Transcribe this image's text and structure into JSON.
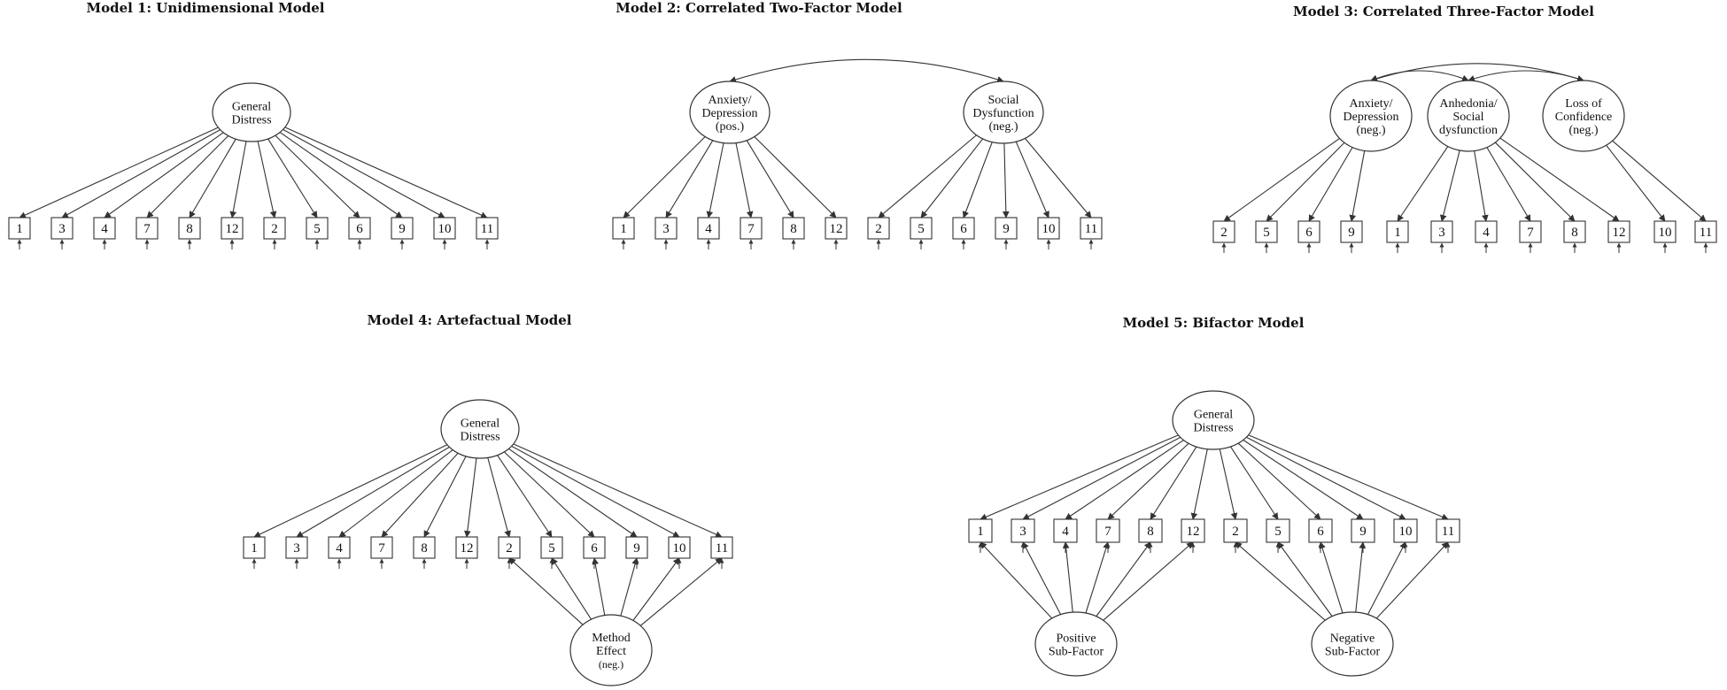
{
  "models": [
    {
      "id": "m1",
      "title": "Model 1: Unidimensional Model",
      "factors": [
        {
          "id": "gd",
          "lines": [
            "General",
            "Distress"
          ]
        }
      ],
      "items": [
        "1",
        "3",
        "4",
        "7",
        "8",
        "12",
        "2",
        "5",
        "6",
        "9",
        "10",
        "11"
      ],
      "paths": [
        {
          "factor": "gd",
          "items": [
            0,
            1,
            2,
            3,
            4,
            5,
            6,
            7,
            8,
            9,
            10,
            11
          ],
          "dir": "down"
        }
      ],
      "correlations": []
    },
    {
      "id": "m2",
      "title": "Model 2: Correlated Two-Factor Model",
      "factors": [
        {
          "id": "ad",
          "lines": [
            "Anxiety/",
            "Depression",
            "(pos.)"
          ]
        },
        {
          "id": "sd",
          "lines": [
            "Social",
            "Dysfunction",
            "(neg.)"
          ]
        }
      ],
      "items": [
        "1",
        "3",
        "4",
        "7",
        "8",
        "12",
        "2",
        "5",
        "6",
        "9",
        "10",
        "11"
      ],
      "paths": [
        {
          "factor": "ad",
          "items": [
            0,
            1,
            2,
            3,
            4,
            5
          ],
          "dir": "down"
        },
        {
          "factor": "sd",
          "items": [
            6,
            7,
            8,
            9,
            10,
            11
          ],
          "dir": "down"
        }
      ],
      "correlations": [
        [
          "ad",
          "sd"
        ]
      ]
    },
    {
      "id": "m3",
      "title": "Model 3: Correlated Three-Factor Model",
      "factors": [
        {
          "id": "ad",
          "lines": [
            "Anxiety/",
            "Depression",
            "(neg.)"
          ]
        },
        {
          "id": "as",
          "lines": [
            "Anhedonia/",
            "Social",
            "dysfunction"
          ]
        },
        {
          "id": "lc",
          "lines": [
            "Loss of",
            "Confidence",
            "(neg.)"
          ]
        }
      ],
      "items": [
        "2",
        "5",
        "6",
        "9",
        "1",
        "3",
        "4",
        "7",
        "8",
        "12",
        "10",
        "11"
      ],
      "paths": [
        {
          "factor": "ad",
          "items": [
            0,
            1,
            2,
            3
          ],
          "dir": "down"
        },
        {
          "factor": "as",
          "items": [
            4,
            5,
            6,
            7,
            8,
            9
          ],
          "dir": "down"
        },
        {
          "factor": "lc",
          "items": [
            10,
            11
          ],
          "dir": "down"
        }
      ],
      "correlations": [
        [
          "ad",
          "as"
        ],
        [
          "as",
          "lc"
        ],
        [
          "ad",
          "lc"
        ]
      ]
    },
    {
      "id": "m4",
      "title": "Model 4: Artefactual Model",
      "factors": [
        {
          "id": "gd",
          "lines": [
            "General",
            "Distress"
          ]
        },
        {
          "id": "me",
          "lines": [
            "Method",
            "Effect"
          ],
          "small": "(neg.)"
        }
      ],
      "items": [
        "1",
        "3",
        "4",
        "7",
        "8",
        "12",
        "2",
        "5",
        "6",
        "9",
        "10",
        "11"
      ],
      "paths": [
        {
          "factor": "gd",
          "items": [
            0,
            1,
            2,
            3,
            4,
            5,
            6,
            7,
            8,
            9,
            10,
            11
          ],
          "dir": "down"
        },
        {
          "factor": "me",
          "items": [
            6,
            7,
            8,
            9,
            10,
            11
          ],
          "dir": "up"
        }
      ],
      "correlations": []
    },
    {
      "id": "m5",
      "title": "Model 5: Bifactor Model",
      "factors": [
        {
          "id": "gd",
          "lines": [
            "General",
            "Distress"
          ]
        },
        {
          "id": "ps",
          "lines": [
            "Positive",
            "Sub-Factor"
          ]
        },
        {
          "id": "ns",
          "lines": [
            "Negative",
            "Sub-Factor"
          ]
        }
      ],
      "items": [
        "1",
        "3",
        "4",
        "7",
        "8",
        "12",
        "2",
        "5",
        "6",
        "9",
        "10",
        "11"
      ],
      "paths": [
        {
          "factor": "gd",
          "items": [
            0,
            1,
            2,
            3,
            4,
            5,
            6,
            7,
            8,
            9,
            10,
            11
          ],
          "dir": "down"
        },
        {
          "factor": "ps",
          "items": [
            0,
            1,
            2,
            3,
            4,
            5
          ],
          "dir": "up"
        },
        {
          "factor": "ns",
          "items": [
            6,
            7,
            8,
            9,
            10,
            11
          ],
          "dir": "up"
        }
      ],
      "correlations": []
    }
  ],
  "colors": {
    "line": "#333333",
    "text": "#111111",
    "background": "#ffffff"
  }
}
